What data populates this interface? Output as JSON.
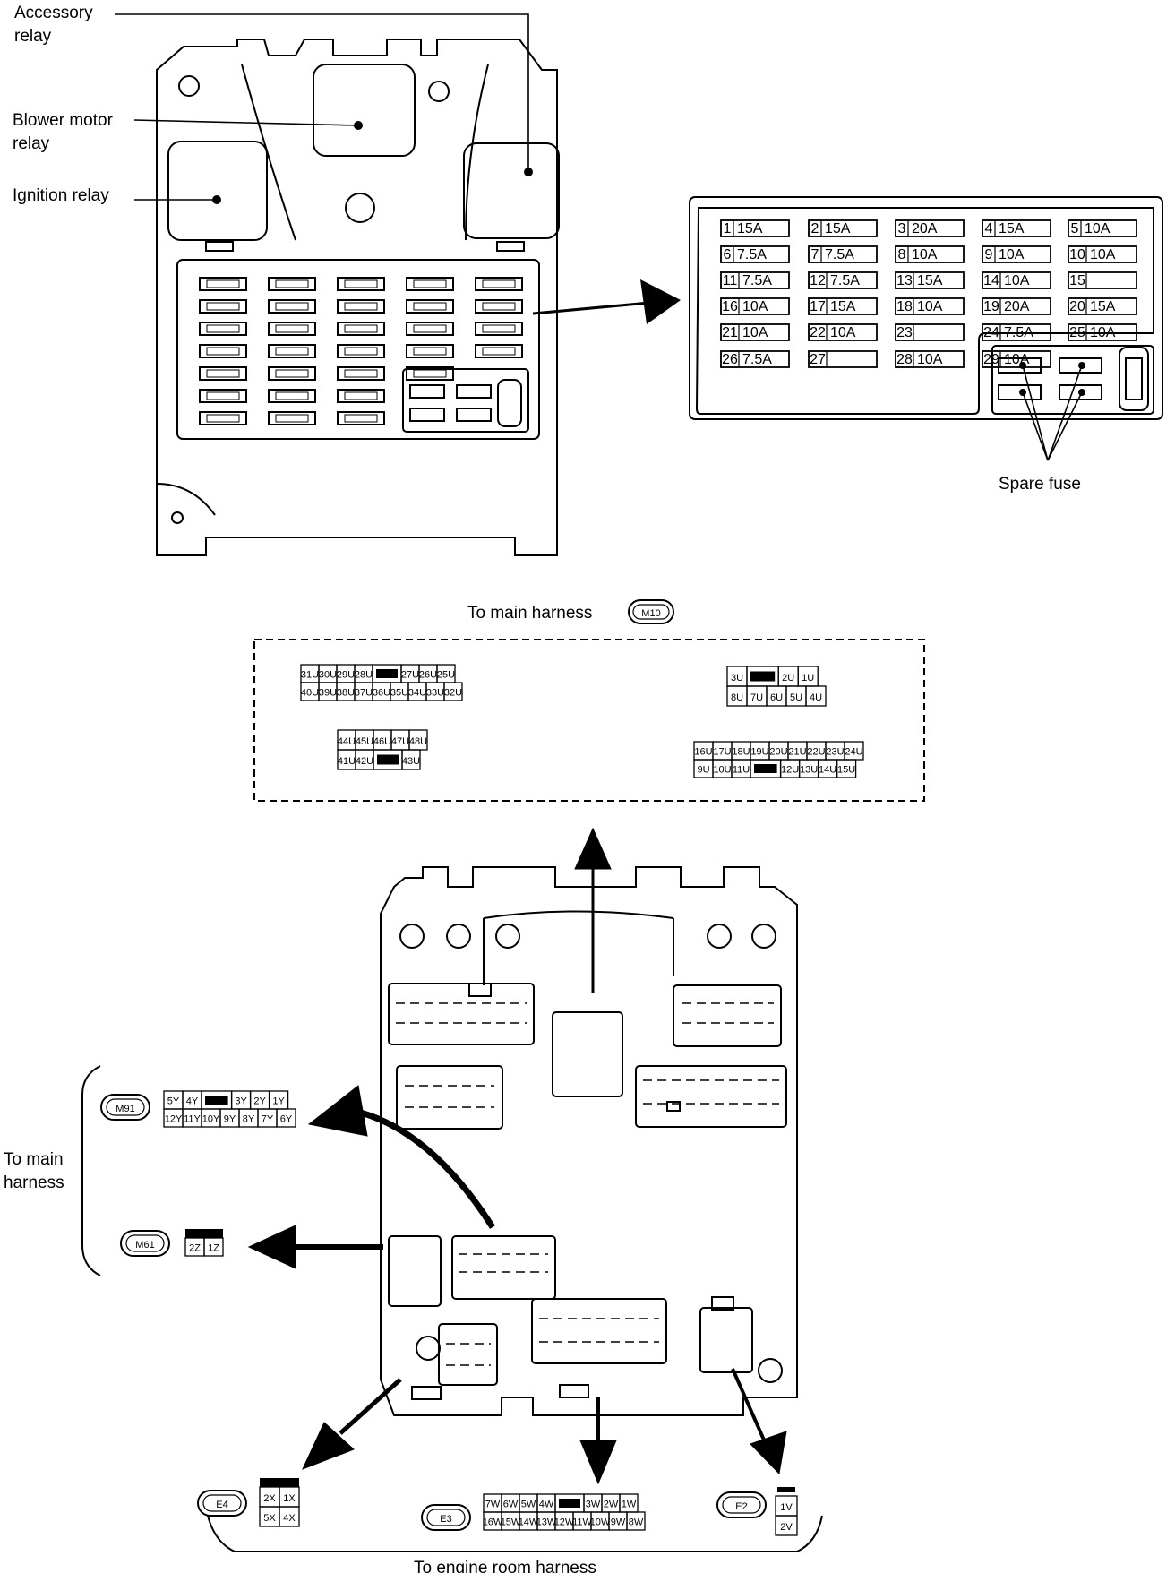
{
  "labels": {
    "accessory_relay": [
      "Accessory",
      "relay"
    ],
    "blower_motor_relay": [
      "Blower motor",
      "relay"
    ],
    "ignition_relay": "Ignition relay",
    "spare_fuse": "Spare fuse",
    "to_main_harness_top": "To main harness",
    "to_main_harness_left": [
      "To main",
      "harness"
    ],
    "to_engine_room_harness": "To engine room harness"
  },
  "connector_ids": {
    "m10": "M10",
    "m91": "M91",
    "m61": "M61",
    "e4": "E4",
    "e3": "E3",
    "e2": "E2"
  },
  "fuses": [
    {
      "num": "1",
      "amp": "15A"
    },
    {
      "num": "2",
      "amp": "15A"
    },
    {
      "num": "3",
      "amp": "20A"
    },
    {
      "num": "4",
      "amp": "15A"
    },
    {
      "num": "5",
      "amp": "10A"
    },
    {
      "num": "6",
      "amp": "7.5A"
    },
    {
      "num": "7",
      "amp": "7.5A"
    },
    {
      "num": "8",
      "amp": "10A"
    },
    {
      "num": "9",
      "amp": "10A"
    },
    {
      "num": "10",
      "amp": "10A"
    },
    {
      "num": "11",
      "amp": "7.5A"
    },
    {
      "num": "12",
      "amp": "7.5A"
    },
    {
      "num": "13",
      "amp": "15A"
    },
    {
      "num": "14",
      "amp": "10A"
    },
    {
      "num": "15",
      "amp": ""
    },
    {
      "num": "16",
      "amp": "10A"
    },
    {
      "num": "17",
      "amp": "15A"
    },
    {
      "num": "18",
      "amp": "10A"
    },
    {
      "num": "19",
      "amp": "20A"
    },
    {
      "num": "20",
      "amp": "15A"
    },
    {
      "num": "21",
      "amp": "10A"
    },
    {
      "num": "22",
      "amp": "10A"
    },
    {
      "num": "23",
      "amp": ""
    },
    {
      "num": "24",
      "amp": "7.5A"
    },
    {
      "num": "25",
      "amp": "10A"
    },
    {
      "num": "26",
      "amp": "7.5A"
    },
    {
      "num": "27",
      "amp": ""
    },
    {
      "num": "28",
      "amp": "10A"
    },
    {
      "num": "29",
      "amp": "10A"
    }
  ],
  "connectors": {
    "m10_a": {
      "rows": [
        [
          "31U",
          "30U",
          "29U",
          "28U",
          "#",
          "27U",
          "26U",
          "25U"
        ],
        [
          "40U",
          "39U",
          "38U",
          "37U",
          "36U",
          "35U",
          "34U",
          "33U",
          "32U"
        ]
      ]
    },
    "m10_b": {
      "rows": [
        [
          "3U",
          "#",
          "2U",
          "1U"
        ],
        [
          "8U",
          "7U",
          "6U",
          "5U",
          "4U"
        ]
      ]
    },
    "m10_c": {
      "rows": [
        [
          "44U",
          "45U",
          "46U",
          "47U",
          "48U"
        ],
        [
          "41U",
          "42U",
          "#",
          "43U"
        ]
      ]
    },
    "m10_d": {
      "rows": [
        [
          "16U",
          "17U",
          "18U",
          "19U",
          "20U",
          "21U",
          "22U",
          "23U",
          "24U"
        ],
        [
          "9U",
          "10U",
          "11U",
          "#",
          "12U",
          "13U",
          "14U",
          "15U"
        ]
      ]
    },
    "m91": {
      "rows": [
        [
          "5Y",
          "4Y",
          "#",
          "3Y",
          "2Y",
          "1Y"
        ],
        [
          "12Y",
          "11Y",
          "10Y",
          "9Y",
          "8Y",
          "7Y",
          "6Y"
        ]
      ]
    },
    "m61": {
      "rows": [
        [
          "2Z",
          "1Z"
        ]
      ]
    },
    "e4": {
      "rows": [
        [
          "2X",
          "1X"
        ],
        [
          "5X",
          "4X"
        ]
      ]
    },
    "e3": {
      "rows": [
        [
          "7W",
          "6W",
          "5W",
          "4W",
          "#",
          "3W",
          "2W",
          "1W"
        ],
        [
          "16W",
          "15W",
          "14W",
          "13W",
          "12W",
          "11W",
          "10W",
          "9W",
          "8W"
        ]
      ]
    },
    "e2": {
      "rows": [
        [
          "1V"
        ],
        [
          "2V"
        ]
      ]
    }
  }
}
